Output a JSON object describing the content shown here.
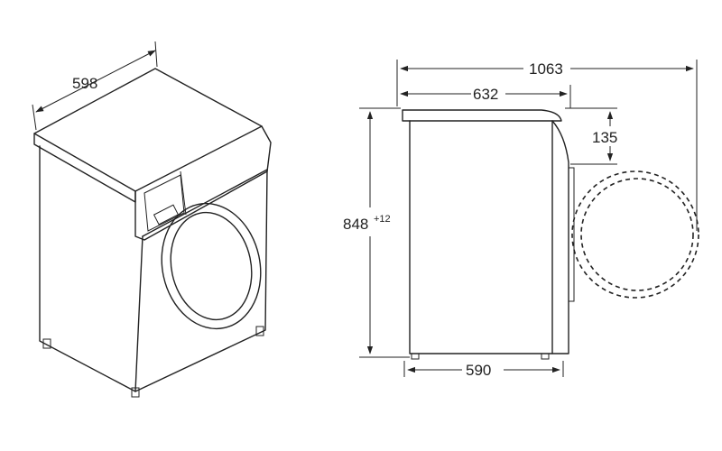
{
  "dimensions": {
    "width": "598",
    "total_depth": "1063",
    "depth": "632",
    "door_offset": "135",
    "height": "848",
    "height_tolerance": "+12",
    "foot_span": "590"
  }
}
